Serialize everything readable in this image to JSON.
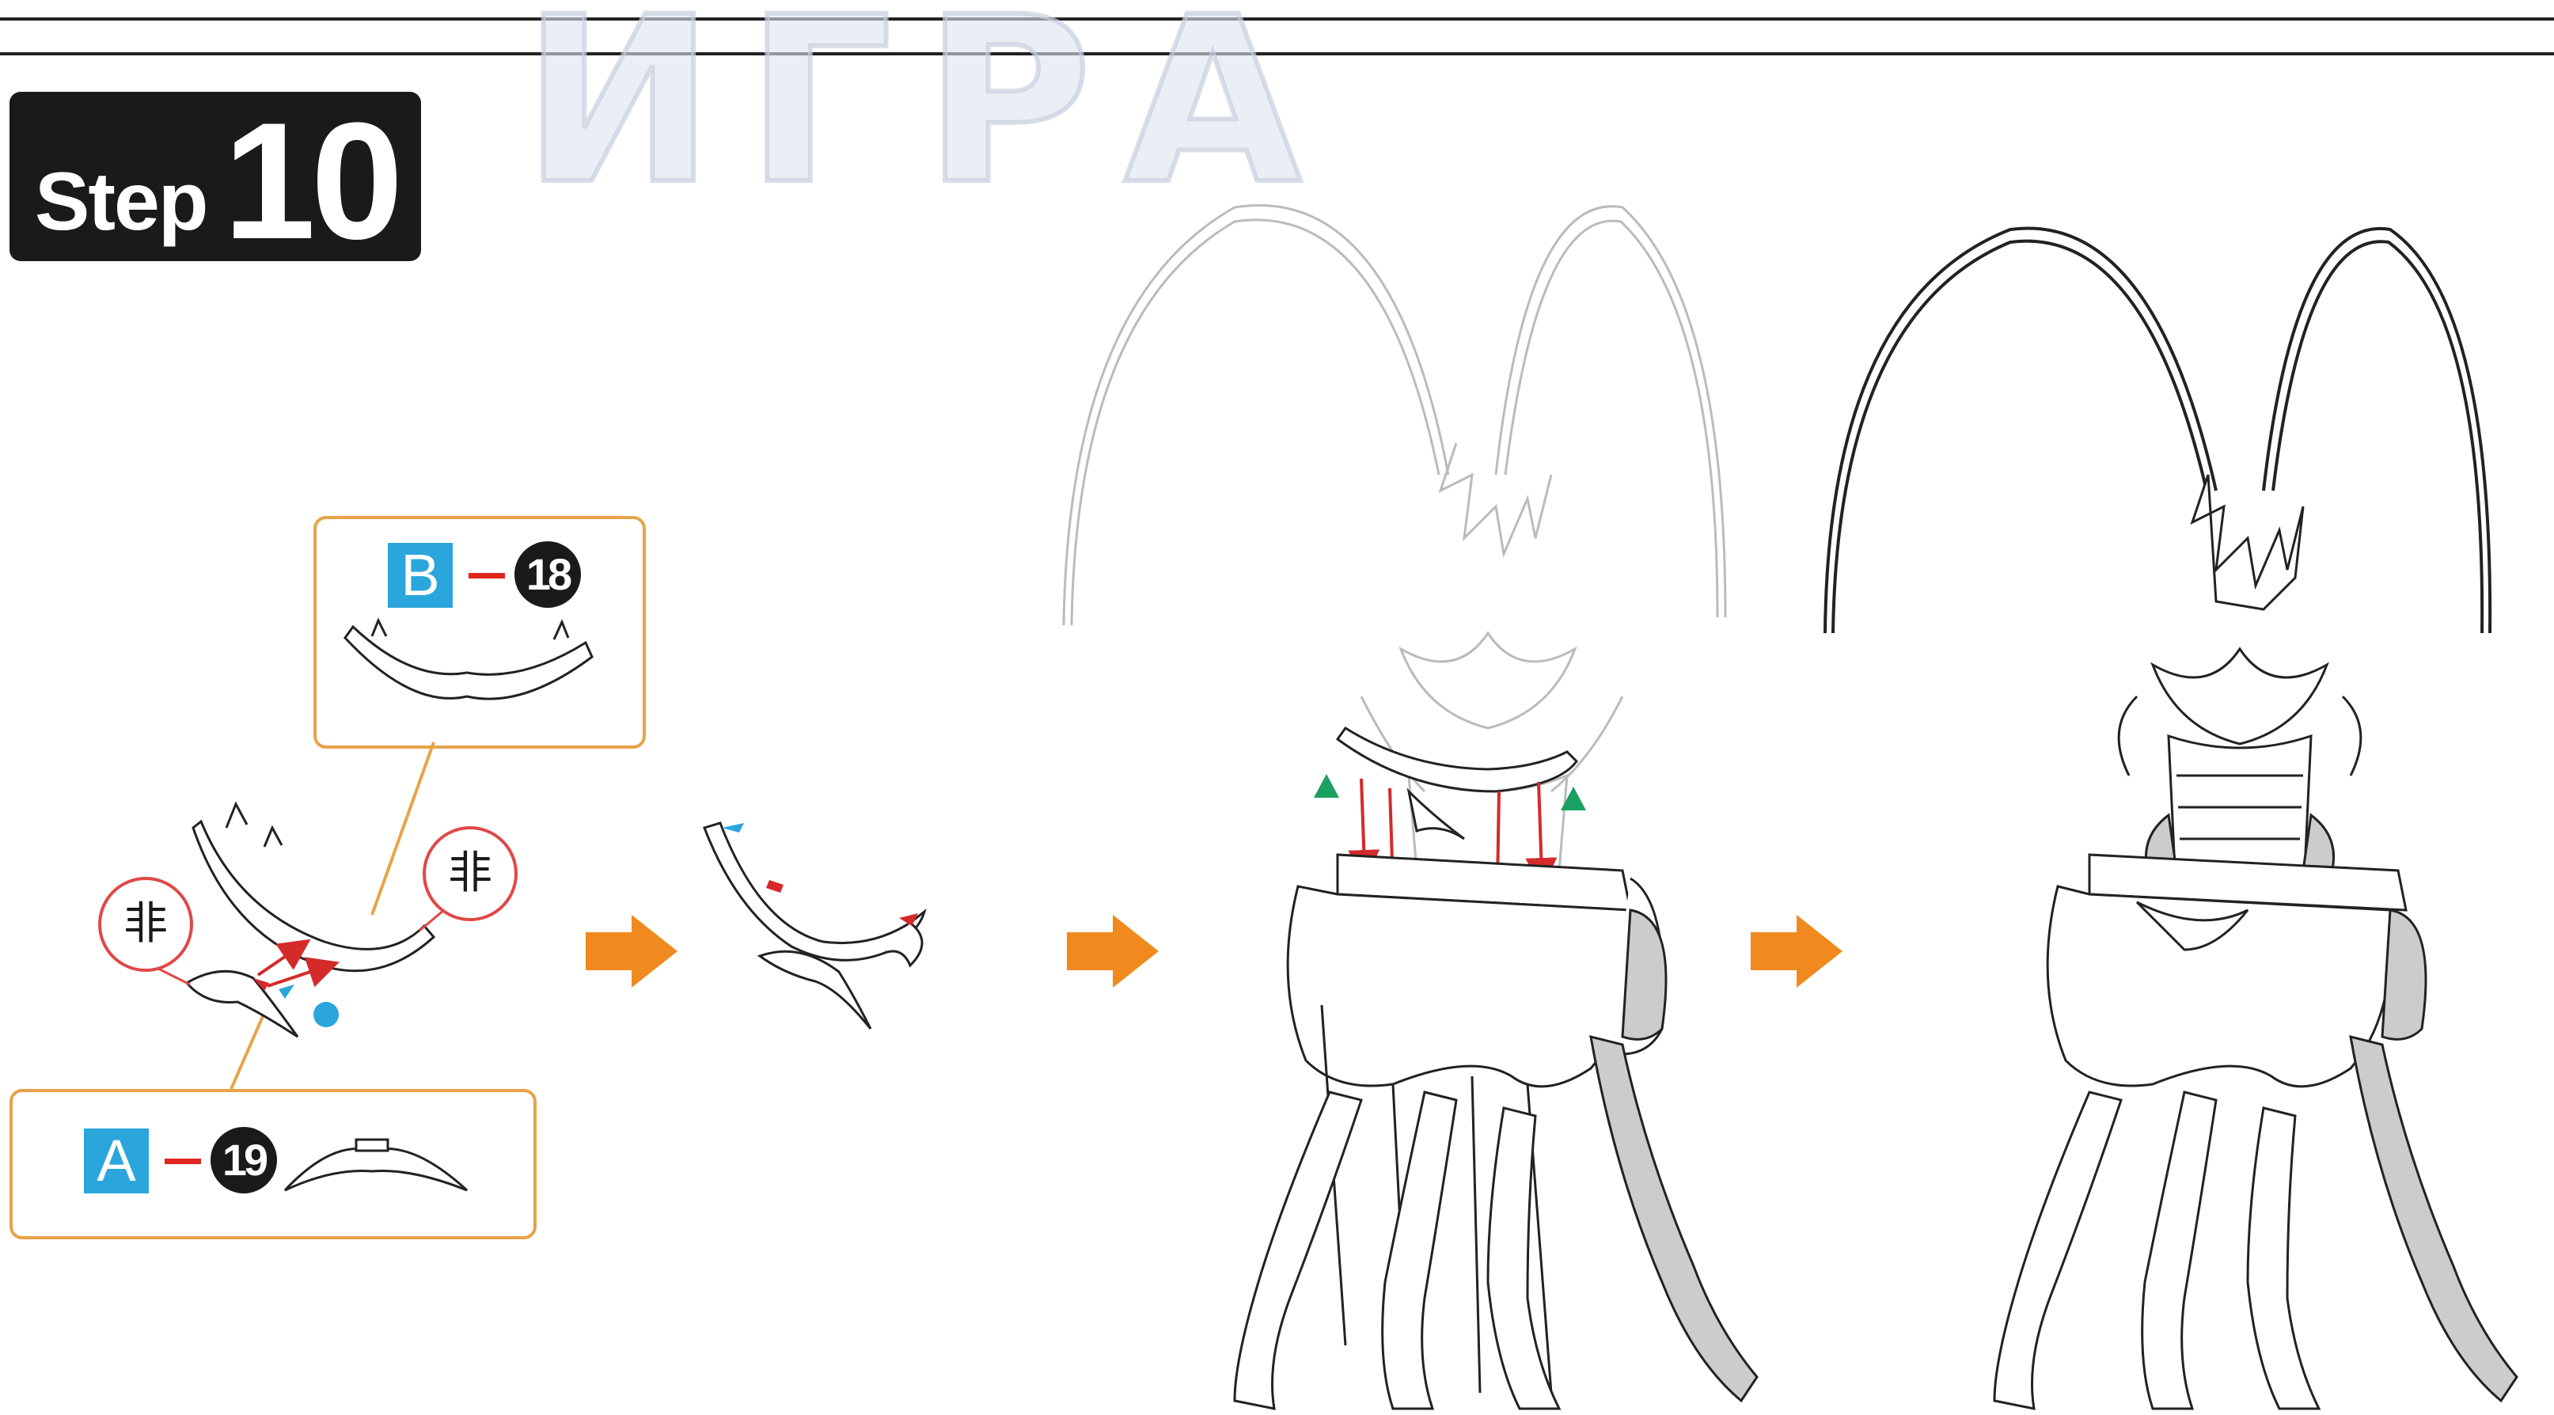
{
  "step": {
    "word": "Step",
    "number": "10"
  },
  "watermark": "ИГРА",
  "callouts": {
    "b": {
      "letter": "B",
      "part_number": "18"
    },
    "a": {
      "letter": "A",
      "part_number": "19"
    }
  },
  "markers": {
    "no_glue_symbol": "非"
  },
  "icons": [
    "arrow-right-icon",
    "down-arrow-icon",
    "up-triangle-icon",
    "glue-dot-icon"
  ],
  "colors": {
    "callout_border": "#e8a34a",
    "letter_badge": "#2aa6dc",
    "dash": "#e0261f",
    "arrow": "#f08a1e",
    "indicator": "#d42a2a",
    "triangle": "#1aa060",
    "dot": "#2aa6dc"
  }
}
